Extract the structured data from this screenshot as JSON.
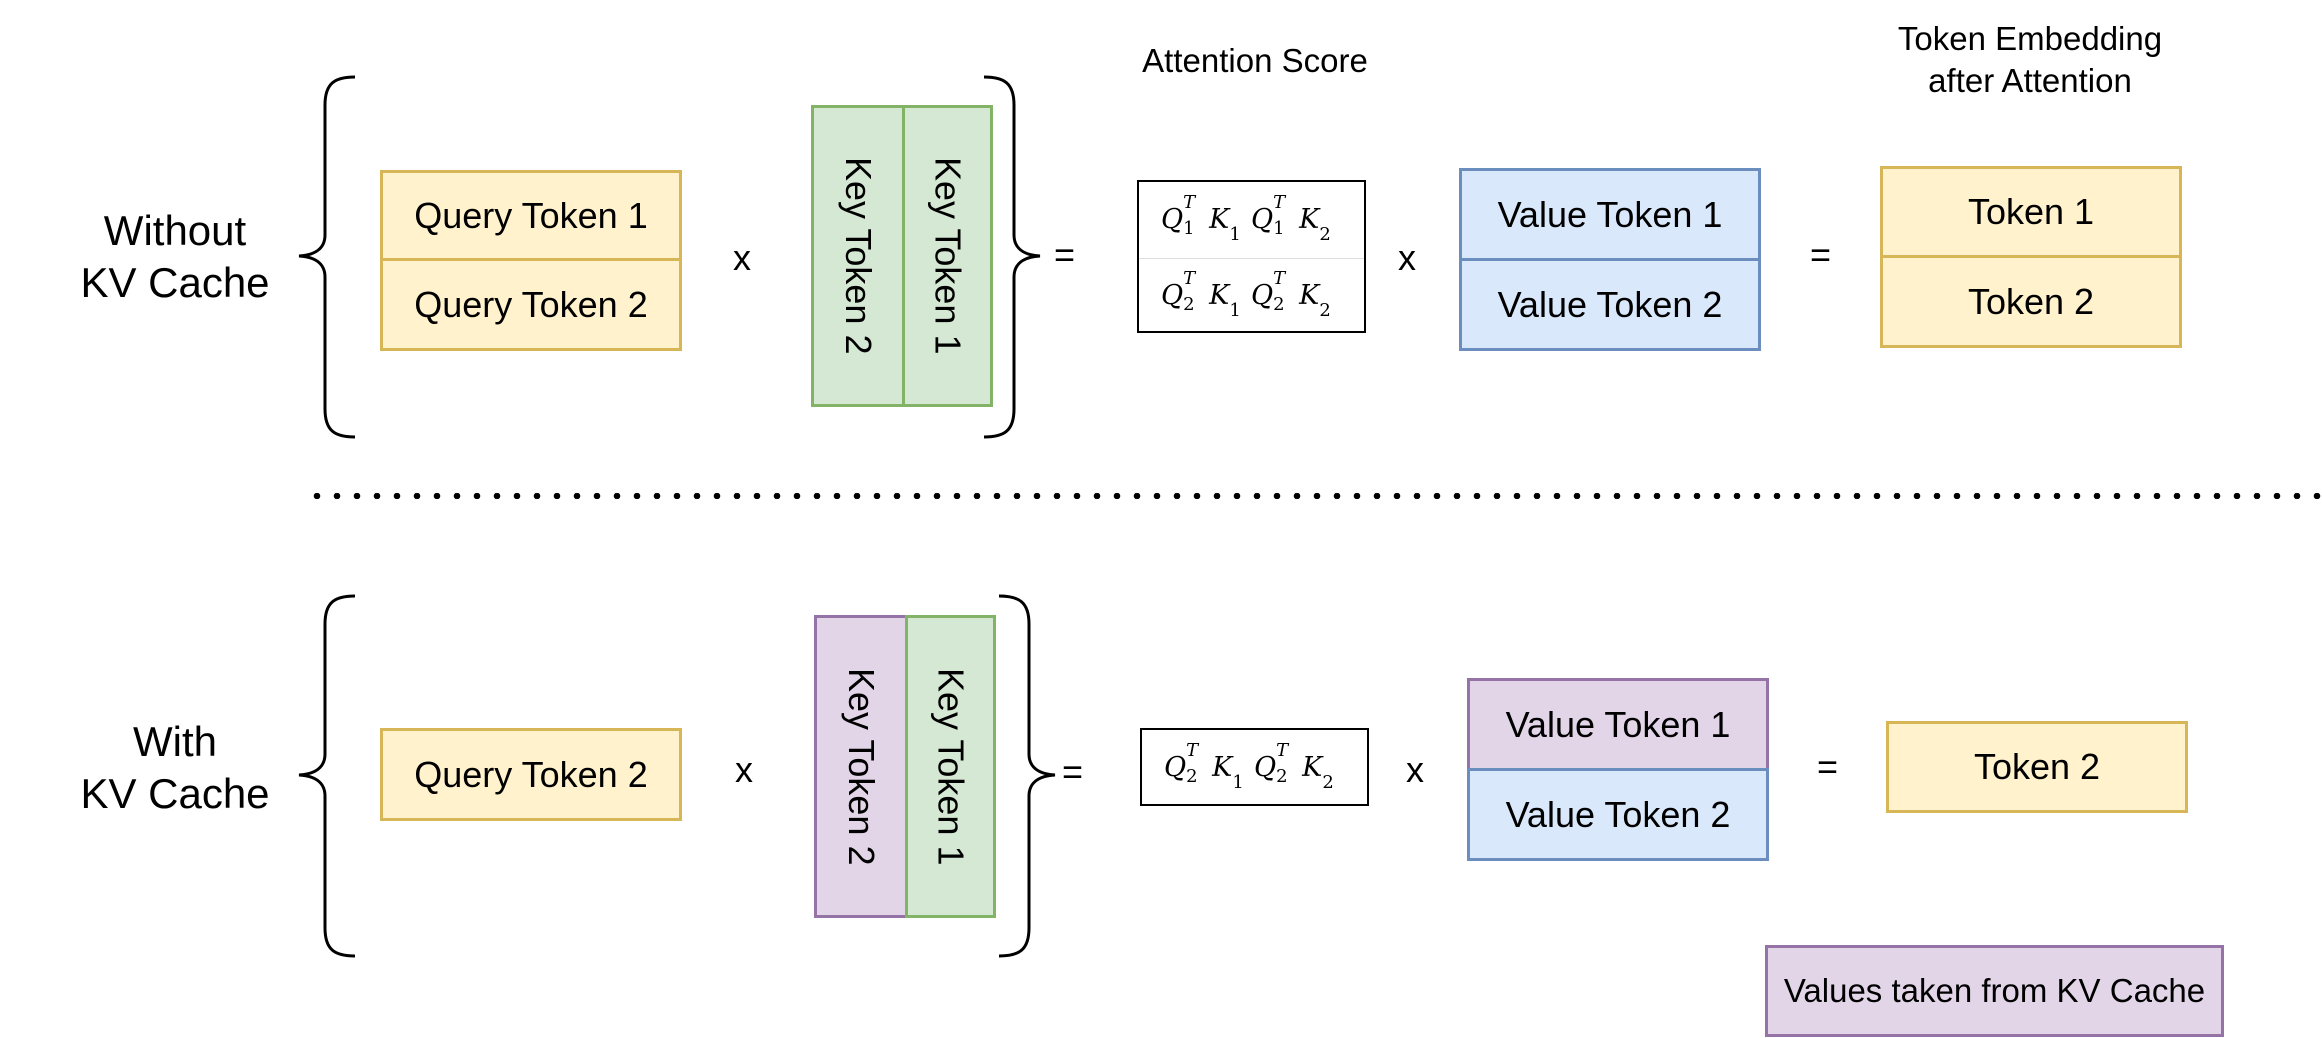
{
  "headers": {
    "attention_score": "Attention Score",
    "token_embedding_line1": "Token Embedding",
    "token_embedding_line2": "after Attention"
  },
  "without": {
    "label_line1": "Without",
    "label_line2": "KV Cache",
    "queries": [
      "Query Token 1",
      "Query Token 2"
    ],
    "keys": [
      "Key Token 1",
      "Key Token 2"
    ],
    "scores": [
      {
        "q": "Q",
        "qt": "T",
        "qi": "1",
        "k": "K",
        "ki": "1"
      },
      {
        "q": "Q",
        "qt": "T",
        "qi": "1",
        "k": "K",
        "ki": "2"
      },
      {
        "q": "Q",
        "qt": "T",
        "qi": "2",
        "k": "K",
        "ki": "1"
      },
      {
        "q": "Q",
        "qt": "T",
        "qi": "2",
        "k": "K",
        "ki": "2"
      }
    ],
    "values": [
      "Value Token 1",
      "Value Token 2"
    ],
    "outputs": [
      "Token 1",
      "Token 2"
    ]
  },
  "with": {
    "label_line1": "With",
    "label_line2": "KV Cache",
    "queries": [
      "Query Token 2"
    ],
    "keys": [
      "Key Token 1",
      "Key Token 2"
    ],
    "scores": [
      {
        "q": "Q",
        "qt": "T",
        "qi": "2",
        "k": "K",
        "ki": "1"
      },
      {
        "q": "Q",
        "qt": "T",
        "qi": "2",
        "k": "K",
        "ki": "2"
      }
    ],
    "values": [
      "Value Token 1",
      "Value Token 2"
    ],
    "outputs": [
      "Token 2"
    ]
  },
  "operators": {
    "times": "x",
    "equals": "="
  },
  "legend": {
    "label": "Values taken from KV Cache",
    "color": "#e1d5e7"
  },
  "colors": {
    "query_fill": "#fff2cc",
    "query_stroke": "#d6b656",
    "key_fill": "#d5e8d4",
    "key_stroke": "#82b366",
    "value_fill": "#dae8fc",
    "value_stroke": "#6c8ebf",
    "cache_fill": "#e1d5e7",
    "cache_stroke": "#9673a6"
  }
}
